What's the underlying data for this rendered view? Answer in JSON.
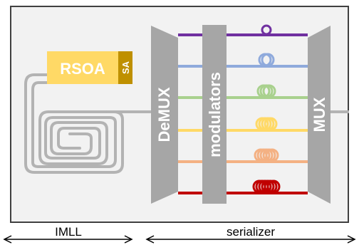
{
  "labels": {
    "rsoa": "RSOA",
    "sa": "SA",
    "demux": "DeMUX",
    "modulators": "modulators",
    "mux": "MUX"
  },
  "footer": {
    "left": "IMLL",
    "right": "serializer"
  },
  "colors": {
    "frame_fill": "#f2f2f2",
    "block": "#a6a6a6",
    "waveguide": "#b3b3b3",
    "rsoa": "#ffd966",
    "sa": "#bf9000"
  },
  "channels": [
    {
      "color": "#7030a0",
      "loops": 1
    },
    {
      "color": "#8faadc",
      "loops": 2
    },
    {
      "color": "#a9d18e",
      "loops": 3
    },
    {
      "color": "#ffd966",
      "loops": 4
    },
    {
      "color": "#f4b183",
      "loops": 5
    },
    {
      "color": "#c00000",
      "loops": 6
    }
  ]
}
